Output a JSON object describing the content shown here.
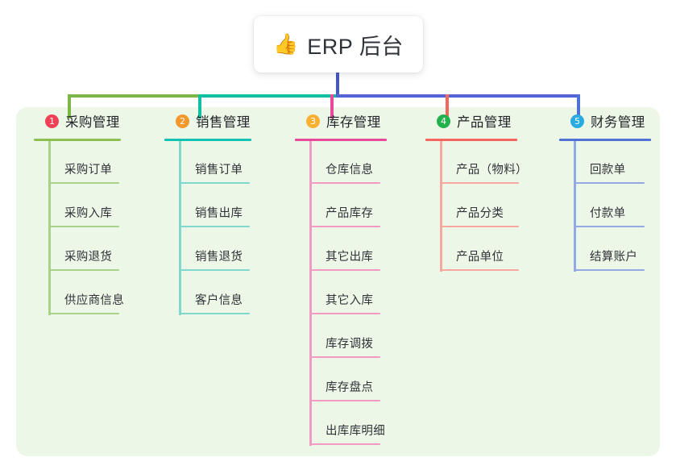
{
  "diagram": {
    "type": "mindmap",
    "root": {
      "icon": "thumbs-up-icon",
      "icon_glyph": "👍",
      "title": "ERP 后台"
    },
    "palette": {
      "panel_bg": "#edf7e8",
      "page_bg": "#ffffff",
      "stem": "#4456c8",
      "bus_left": "#7ab648",
      "bus_mid": "#11bfa3",
      "bus_right": "#5564d6",
      "text": "#303238"
    },
    "columns": [
      {
        "index": "1",
        "badge_color": "#ef4056",
        "title": "采购管理",
        "accent": "#7ab648",
        "rule_color": "#8cc152",
        "leaf_color": "#a8d18a",
        "stub_color": "#7ab648",
        "items": [
          "采购订单",
          "采购入库",
          "采购退货",
          "供应商信息"
        ]
      },
      {
        "index": "2",
        "badge_color": "#f5972b",
        "title": "销售管理",
        "accent": "#11bfa3",
        "rule_color": "#13c2b0",
        "leaf_color": "#7fd8cd",
        "stub_color": "#11bfa3",
        "items": [
          "销售订单",
          "销售出库",
          "销售退货",
          "客户信息"
        ]
      },
      {
        "index": "3",
        "badge_color": "#fbb033",
        "title": "库存管理",
        "accent": "#e8499a",
        "rule_color": "#e8499a",
        "leaf_color": "#f09ac4",
        "stub_color": "#e8499a",
        "items": [
          "仓库信息",
          "产品库存",
          "其它出库",
          "其它入库",
          "库存调拨",
          "库存盘点",
          "出库库明细"
        ]
      },
      {
        "index": "4",
        "badge_color": "#22b14c",
        "title": "产品管理",
        "accent": "#f4665d",
        "rule_color": "#f4665d",
        "leaf_color": "#f9a8a1",
        "stub_color": "#f4665d",
        "items": [
          "产品（物料）",
          "产品分类",
          "产品单位"
        ]
      },
      {
        "index": "5",
        "badge_color": "#29abe2",
        "title": "财务管理",
        "accent": "#4f72d6",
        "rule_color": "#4f72d6",
        "leaf_color": "#92a9e3",
        "stub_color": "#4f72d6",
        "items": [
          "回款单",
          "付款单",
          "结算账户"
        ]
      }
    ]
  }
}
